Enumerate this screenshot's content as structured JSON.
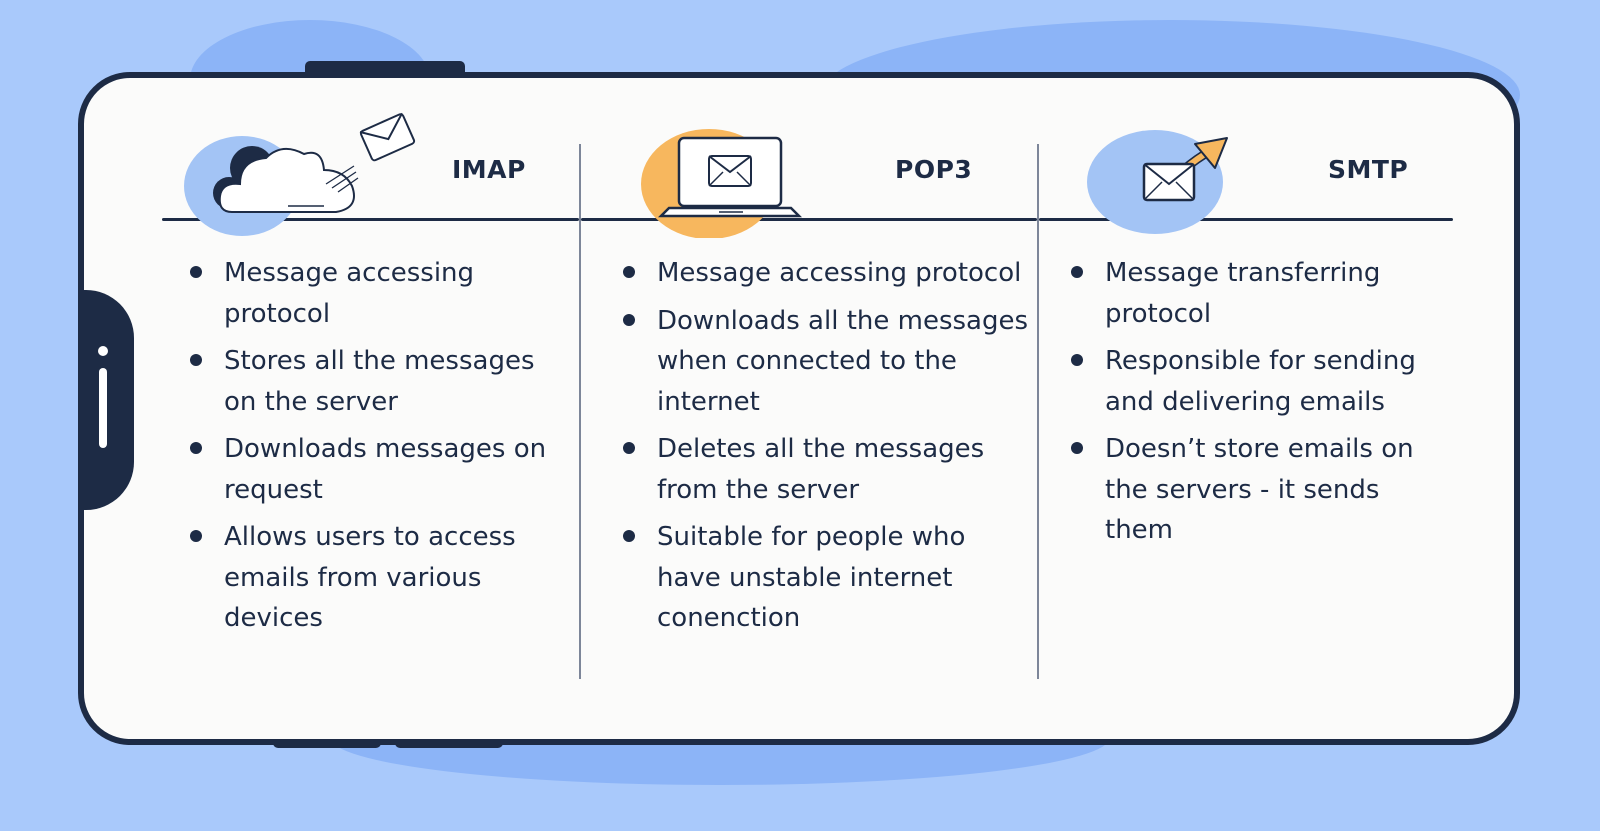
{
  "colors": {
    "background": "#a9c9fb",
    "background_blob": "#8cb4f7",
    "phone_frame": "#1d2b45",
    "screen": "#fbfbfa",
    "accent_blue": "#a3c4f5",
    "accent_orange": "#f7b75e"
  },
  "columns": [
    {
      "title": "IMAP",
      "icon": "cloud-envelope-icon",
      "items": [
        "Message accessing protocol",
        "Stores all the messages on the server",
        "Downloads messages on request",
        "Allows users to access emails from various devices"
      ]
    },
    {
      "title": "POP3",
      "icon": "laptop-envelope-icon",
      "items": [
        "Message accessing protocol",
        "Downloads all the messages when connected to the internet",
        "Deletes all the messages from the server",
        "Suitable for people who have unstable internet conenction"
      ]
    },
    {
      "title": "SMTP",
      "icon": "envelope-arrow-icon",
      "items": [
        "Message transferring protocol",
        "Responsible for sending and delivering emails",
        "Doesn’t store emails on the servers - it sends them"
      ]
    }
  ]
}
